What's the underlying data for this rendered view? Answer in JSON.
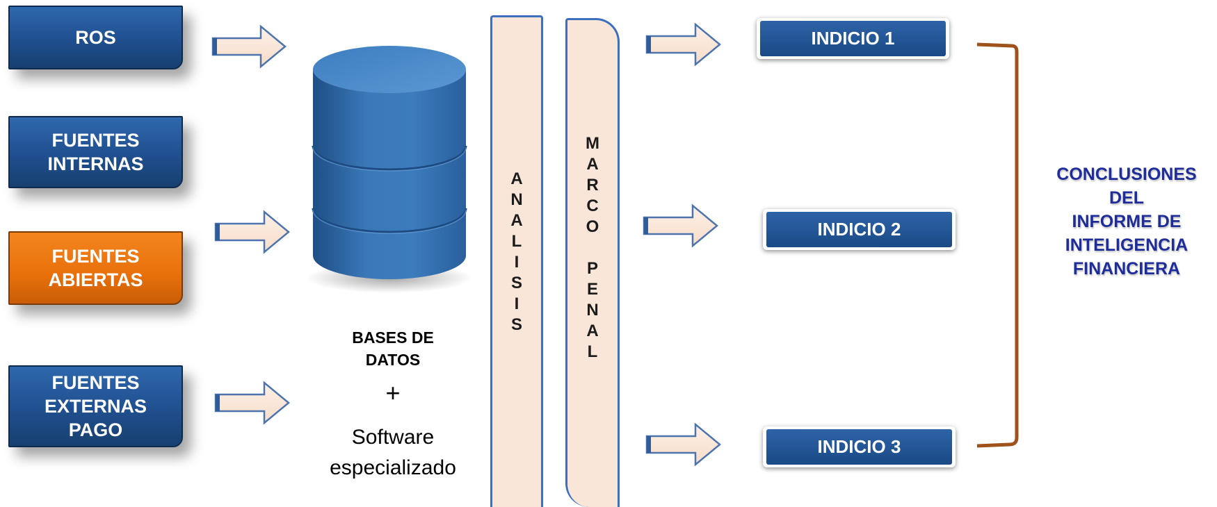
{
  "sources": [
    {
      "label": "ROS",
      "color": "#1f4f8e"
    },
    {
      "label": "FUENTES\nINTERNAS",
      "color": "#1f4f8e"
    },
    {
      "label": "FUENTES\nABIERTAS",
      "color": "#e8700b"
    },
    {
      "label": "FUENTES\nEXTERNAS\nPAGO",
      "color": "#1f4f8e"
    }
  ],
  "database": {
    "icon": "database-cylinder-icon",
    "label_line1": "BASES DE",
    "label_line2": "DATOS",
    "plus": "+",
    "software_line1": "Software",
    "software_line2": "especializado"
  },
  "analysis_column": {
    "letters": [
      "A",
      "N",
      "A",
      "L",
      "I",
      "S",
      "I",
      "S"
    ]
  },
  "marco_column": {
    "letters": [
      "M",
      "A",
      "R",
      "C",
      "O",
      "",
      "P",
      "E",
      "N",
      "A",
      "L"
    ]
  },
  "indicios": [
    "INDICIO 1",
    "INDICIO 2",
    "INDICIO 3"
  ],
  "conclusion": {
    "lines": [
      "CONCLUSIONES",
      "DEL",
      "INFORME DE",
      "INTELIGENCIA",
      "FINANCIERA"
    ]
  },
  "colors": {
    "box_blue": "#1f4f8e",
    "box_orange": "#e8700b",
    "arrow_fill": "#fbe8da",
    "column_fill": "#f9e6d8",
    "bracket": "#a0521b",
    "conclusion_text": "#1e2d9a"
  }
}
